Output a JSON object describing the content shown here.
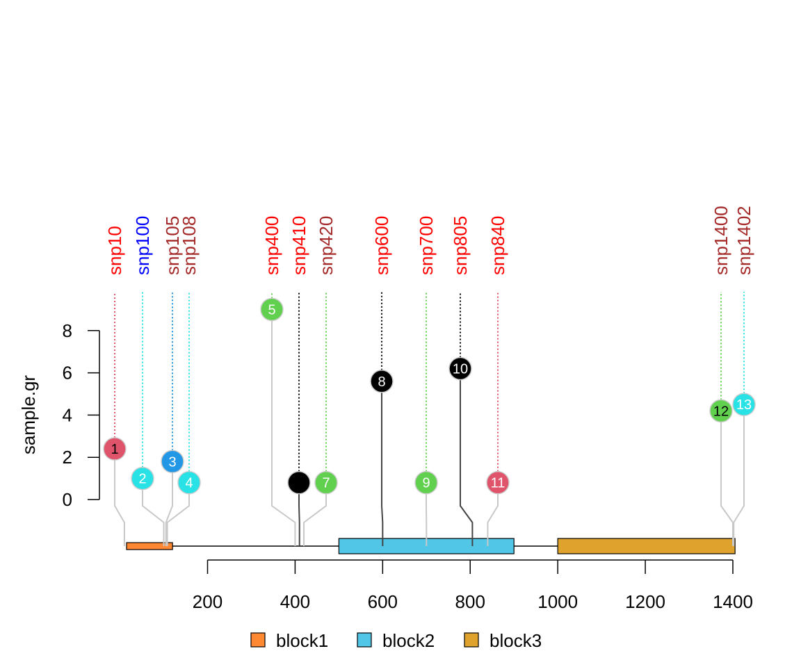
{
  "chart_data": {
    "type": "lollipop",
    "ylabel": "sample.gr",
    "yticks": [
      0,
      2,
      4,
      6,
      8
    ],
    "ylim": [
      0,
      8
    ],
    "xticks": [
      200,
      400,
      600,
      800,
      1000,
      1200,
      1400
    ],
    "xlim": [
      200,
      1400
    ],
    "gene_features": [
      {
        "name": "block1",
        "start": 15,
        "end": 120,
        "color": "#FF8833"
      },
      {
        "name": "block2",
        "start": 500,
        "end": 900,
        "color": "#51C6E6"
      },
      {
        "name": "block3",
        "start": 1000,
        "end": 1405,
        "color": "#DFA32D"
      }
    ],
    "snps": [
      {
        "id": 1,
        "label": "snp10",
        "position": 10,
        "score": 2.4,
        "color": "#DF536B",
        "label_color": "#FF0000",
        "text_color": "#000000"
      },
      {
        "id": 2,
        "label": "snp100",
        "position": 100,
        "score": 1.0,
        "color": "#28E2E5",
        "label_color": "#0000FF",
        "text_color": "#FFFFFF"
      },
      {
        "id": 3,
        "label": "snp105",
        "position": 105,
        "score": 1.8,
        "color": "#2297E6",
        "label_color": "#A52A2A",
        "text_color": "#FFFFFF"
      },
      {
        "id": 4,
        "label": "snp108",
        "position": 108,
        "score": 0.8,
        "color": "#28E2E5",
        "label_color": "#A52A2A",
        "text_color": "#FFFFFF"
      },
      {
        "id": 5,
        "label": "snp400",
        "position": 400,
        "score": 9.0,
        "color": "#61D04F",
        "label_color": "#FF0000",
        "text_color": "#FFFFFF"
      },
      {
        "id": 6,
        "label": "snp410",
        "position": 410,
        "score": 0.8,
        "color": "#000000",
        "label_color": "#FF0000",
        "text_color": "#000000"
      },
      {
        "id": 7,
        "label": "snp420",
        "position": 420,
        "score": 0.8,
        "color": "#61D04F",
        "label_color": "#A52A2A",
        "text_color": "#FFFFFF"
      },
      {
        "id": 8,
        "label": "snp600",
        "position": 600,
        "score": 5.6,
        "color": "#000000",
        "label_color": "#FF0000",
        "text_color": "#FFFFFF"
      },
      {
        "id": 9,
        "label": "snp700",
        "position": 700,
        "score": 0.8,
        "color": "#61D04F",
        "label_color": "#FF0000",
        "text_color": "#FFFFFF"
      },
      {
        "id": 10,
        "label": "snp805",
        "position": 805,
        "score": 6.2,
        "color": "#000000",
        "label_color": "#FF0000",
        "text_color": "#FFFFFF"
      },
      {
        "id": 11,
        "label": "snp840",
        "position": 840,
        "score": 0.8,
        "color": "#DF536B",
        "label_color": "#FF0000",
        "text_color": "#FFFFFF"
      },
      {
        "id": 12,
        "label": "snp1400",
        "position": 1400,
        "score": 4.2,
        "color": "#61D04F",
        "label_color": "#A52A2A",
        "text_color": "#000000"
      },
      {
        "id": 13,
        "label": "snp1402",
        "position": 1402,
        "score": 4.5,
        "color": "#28E2E5",
        "label_color": "#A52A2A",
        "text_color": "#FFFFFF"
      }
    ],
    "legend": {
      "position": "bottom",
      "entries": [
        {
          "label": "block1",
          "color": "#FF8833"
        },
        {
          "label": "block2",
          "color": "#51C6E6"
        },
        {
          "label": "block3",
          "color": "#DFA32D"
        }
      ]
    }
  }
}
